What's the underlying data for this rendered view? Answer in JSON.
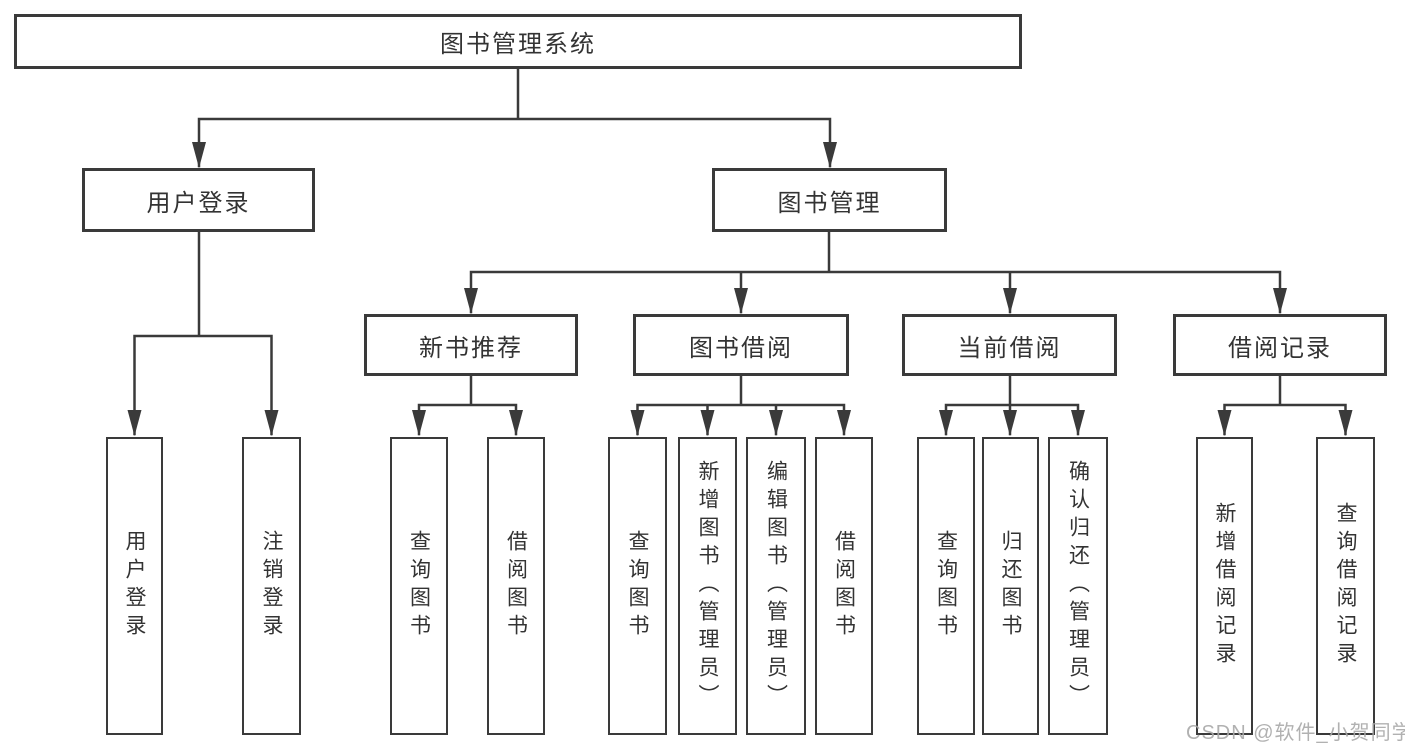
{
  "tree": {
    "root": "图书管理系统",
    "groups": [
      {
        "parent": "用户登录",
        "leaves": [
          "用户登录",
          "注销登录"
        ]
      },
      {
        "parent": "图书管理",
        "subgroups": [
          {
            "parent": "新书推荐",
            "leaves": [
              "查询图书",
              "借阅图书"
            ]
          },
          {
            "parent": "图书借阅",
            "leaves": [
              "查询图书",
              "新增图书（管理员）",
              "编辑图书（管理员）",
              "借阅图书"
            ]
          },
          {
            "parent": "当前借阅",
            "leaves": [
              "查询图书",
              "归还图书",
              "确认归还（管理员）"
            ]
          },
          {
            "parent": "借阅记录",
            "leaves": [
              "新增借阅记录",
              "查询借阅记录"
            ]
          }
        ]
      }
    ]
  },
  "watermark": {
    "text": "CSDN @软件_小贺同学"
  },
  "colors": {
    "line": "#3a3a3a",
    "text": "#333333",
    "box_background": "#ffffff",
    "watermark": "#a9a9a9",
    "background": "#ffffff"
  }
}
